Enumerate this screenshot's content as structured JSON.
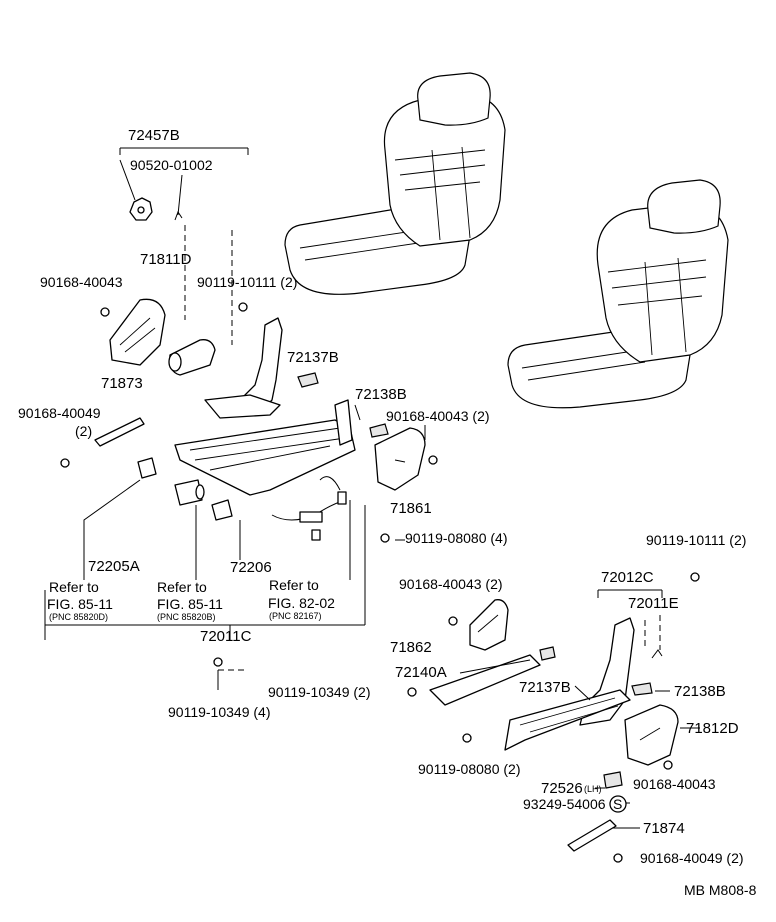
{
  "labels": {
    "p72457B": "72457B",
    "p90520": "90520-01002",
    "p71811D": "71811D",
    "p90168_40043_a": "90168-40043",
    "p90119_10111_a": "90119-10111 (2)",
    "p72137B_a": "72137B",
    "p71873": "71873",
    "p72138B_a": "72138B",
    "p90168_40049_a": "90168-40049",
    "p90168_40049_a_qty": "(2)",
    "p90168_40043_b": "90168-40043 (2)",
    "p71861": "71861",
    "p90119_08080_a": "90119-08080 (4)",
    "p72205A": "72205A",
    "p72206": "72206",
    "ref1_line1": "Refer to",
    "ref1_line2": "FIG. 85-11",
    "ref1_pnc": "(PNC 85820D)",
    "ref2_line1": "Refer to",
    "ref2_line2": "FIG. 85-11",
    "ref2_pnc": "(PNC 85820B)",
    "ref3_line1": "Refer to",
    "ref3_line2": "FIG. 82-02",
    "ref3_pnc": "(PNC 82167)",
    "p72011C": "72011C",
    "p90119_10349_a": "90119-10349 (4)",
    "p90119_10111_b": "90119-10111 (2)",
    "p72012C": "72012C",
    "p90168_40043_c": "90168-40043 (2)",
    "p72011E": "72011E",
    "p71862": "71862",
    "p72140A": "72140A",
    "p90119_10349_b": "90119-10349 (2)",
    "p72137B_b": "72137B",
    "p72138B_b": "72138B",
    "p71812D": "71812D",
    "p90119_08080_b": "90119-08080 (2)",
    "p72526": "72526",
    "p72526_side": "(LH)",
    "p90168_40043_d": "90168-40043",
    "p93249": "93249-54006",
    "p93249_symbol": "S",
    "p71874": "71874",
    "p90168_40049_b": "90168-40049 (2)",
    "diagram_code": "MB M808-8"
  }
}
